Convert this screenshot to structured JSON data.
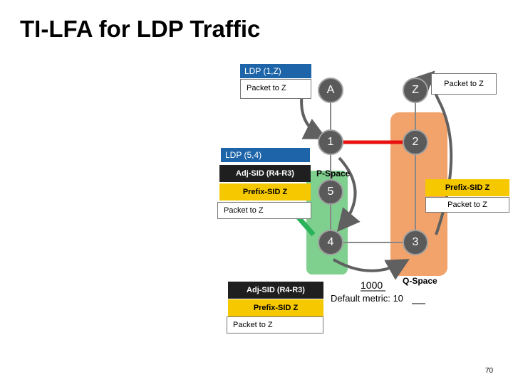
{
  "title": "TI-LFA for LDP Traffic",
  "stack_top": {
    "ldp_label": "LDP (1,Z)",
    "packet": "Packet to Z"
  },
  "stack_mid": {
    "ldp_label": "LDP (5,4)",
    "adj_sid": "Adj-SID (R4-R3)",
    "prefix_sid": "Prefix-SID Z",
    "packet": "Packet to Z"
  },
  "stack_bottom": {
    "adj_sid": "Adj-SID (R4-R3)",
    "prefix_sid": "Prefix-SID Z",
    "packet": "Packet to Z"
  },
  "stack_right_top": {
    "packet": "Packet to Z"
  },
  "stack_right_mid": {
    "prefix_sid": "Prefix-SID Z",
    "packet": "Packet to Z"
  },
  "nodes": {
    "a": "A",
    "z": "Z",
    "n1": "1",
    "n2": "2",
    "n5": "5",
    "n4": "4",
    "n3": "3"
  },
  "regions": {
    "p_space": "P-Space",
    "q_space": "Q-Space"
  },
  "metric": {
    "value": "1000",
    "default_label": "Default metric:",
    "default_value": "10"
  },
  "page_number": "70",
  "colors": {
    "blue": "#1d64a8",
    "yellow": "#f5c800",
    "green": "#7fcf8e",
    "orange": "#f2a36b",
    "red": "#e81010"
  }
}
